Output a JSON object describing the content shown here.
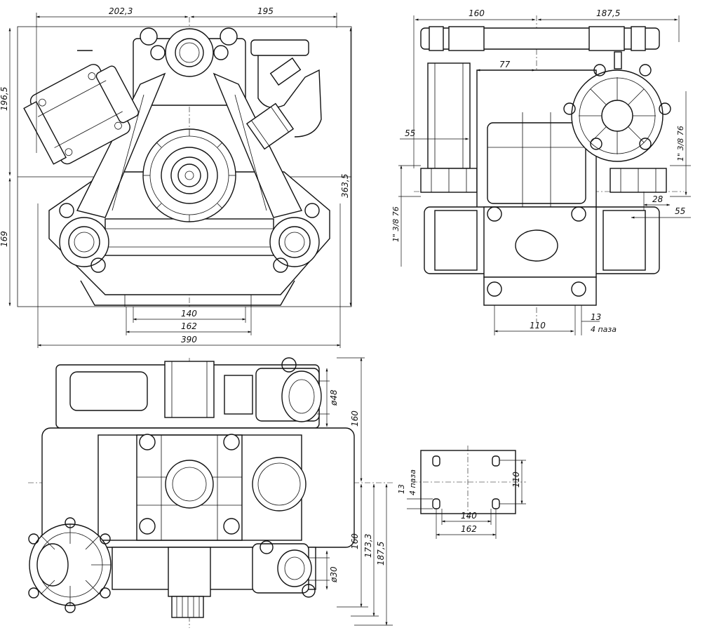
{
  "dims": {
    "front_top_left": "202,3",
    "front_top_right": "195",
    "front_left_upper": "196,5",
    "front_left_lower": "169",
    "front_right_total": "363,5",
    "front_bottom_140": "140",
    "front_bottom_162": "162",
    "front_bottom_390": "390",
    "side_top_left": "160",
    "side_top_right": "187,5",
    "side_77": "77",
    "side_55_left": "55",
    "side_thread_right": "1\" 3/8 76",
    "side_thread_left": "1\" 3/8 76",
    "side_28": "28",
    "side_55_right": "55",
    "side_110": "110",
    "side_13": "13",
    "side_4holes": "4 паза",
    "top_d48": "ø48",
    "top_160_upper": "160",
    "top_160_lower": "160",
    "top_173": "173,3",
    "top_187": "187,5",
    "top_d30": "ø30",
    "plate_13": "13",
    "plate_4holes": "4 паза",
    "plate_110": "110",
    "plate_140": "140",
    "plate_162": "162"
  }
}
